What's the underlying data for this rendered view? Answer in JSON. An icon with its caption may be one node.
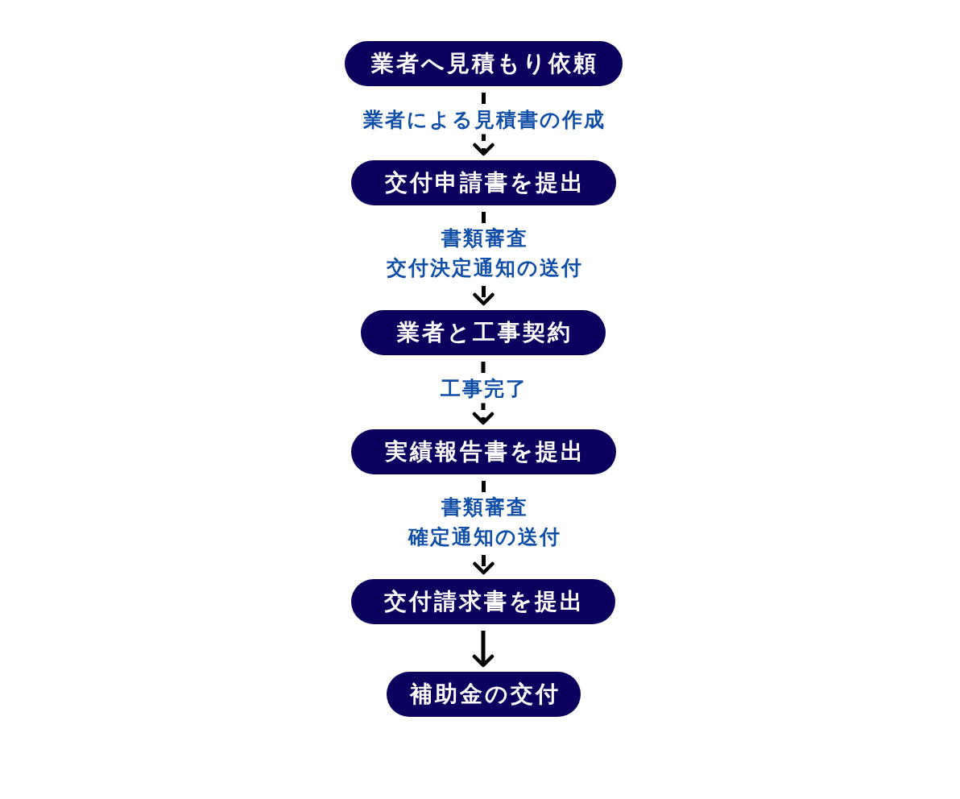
{
  "diagram": {
    "nodes": [
      {
        "text": [
          "業者へ見積もり依頼"
        ]
      },
      {
        "text": [
          "交付申請書を提出"
        ]
      },
      {
        "text": [
          "業者と工事契約"
        ]
      },
      {
        "text": [
          "実績報告書を提出"
        ]
      },
      {
        "text": [
          "交付請求書を提出"
        ]
      },
      {
        "text": [
          "補助金の交付"
        ]
      }
    ],
    "edges": [
      {
        "from": 0,
        "to": 1,
        "arrow": "to",
        "label": "業者による見積書の作成",
        "style": "dashed"
      },
      {
        "from": 1,
        "to": 2,
        "arrow": "to",
        "label": "書類審査交付決定通知の送付",
        "style": "dashed"
      },
      {
        "from": 2,
        "to": 3,
        "arrow": "to",
        "label": "工事完了",
        "style": "dashed"
      },
      {
        "from": 3,
        "to": 4,
        "arrow": "to",
        "label": "書類審査確定通知の送付",
        "style": "dashed"
      },
      {
        "from": 4,
        "to": 5,
        "arrow": "to"
      }
    ]
  }
}
